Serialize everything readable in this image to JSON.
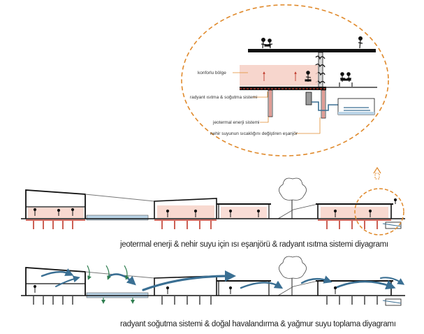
{
  "detail": {
    "labels": {
      "comfort_zone": "konforlu bölge",
      "radiant_system": "radyant ısıtma & soğutma sistemi",
      "geothermal": "jeotermal enerji sistemi",
      "heat_exchanger": "nehir suyunun sıcaklığını değiştiren eşanjör"
    }
  },
  "captions": {
    "section1": "jeotermal enerji & nehir suyu için ısı eşanjörü & radyant ısıtma sistemi diyagramı",
    "section2": "radyant soğutma sistemi & doğal havalandırma & yağmur suyu toplama diyagramı"
  },
  "colors": {
    "highlight": "#e08a2c",
    "warm_zone": "#f6cfc4",
    "radiant_red": "#c0392b",
    "airflow_blue": "#3a6f93",
    "water_blue": "#b9d3e6",
    "plant_green": "#2e7d4f",
    "line": "#222222"
  }
}
